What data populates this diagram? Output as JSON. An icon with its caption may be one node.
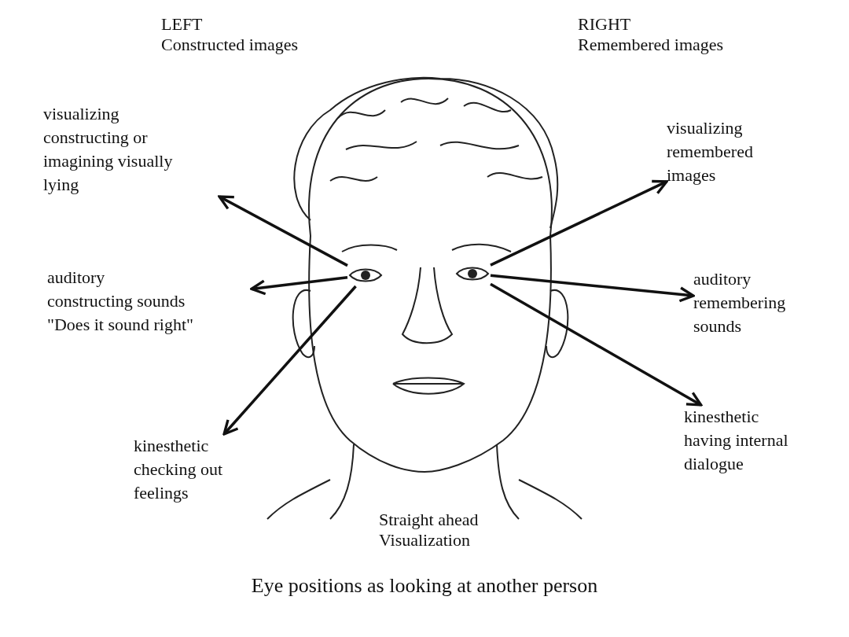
{
  "diagram": {
    "caption": "Eye positions as looking at another person",
    "nodes": [
      {
        "text": [
          "visualizing",
          "constructing or imagining visually",
          "lying"
        ]
      },
      {
        "text": [
          "visualizing",
          "remembered images"
        ]
      },
      {
        "text": [],
        "shape": "picture"
      },
      {
        "text": [],
        "shape": "picture"
      },
      {
        "text": [
          "auditory",
          "constructing sounds",
          "\"Does it sound right\""
        ]
      },
      {
        "text": [
          "auditory",
          "remembering sounds"
        ]
      },
      {
        "text": [
          "kinesthetic",
          "checking out feelings"
        ]
      },
      {
        "text": [
          "kinesthetic",
          "having internal dialogue"
        ]
      }
    ],
    "edges": [
      {
        "from": 2,
        "to": 0,
        "arrow": "to"
      },
      {
        "from": 2,
        "to": 4,
        "arrow": "to"
      },
      {
        "from": 2,
        "to": 6,
        "arrow": "to"
      },
      {
        "from": 3,
        "to": 1,
        "arrow": "to"
      },
      {
        "from": 3,
        "to": 5,
        "arrow": "to"
      },
      {
        "from": 3,
        "to": 7,
        "arrow": "to"
      }
    ],
    "labels": [
      "LEFT",
      "Constructed images",
      "RIGHT",
      "Remembered images",
      "Straight ahead",
      "Visualization"
    ]
  }
}
